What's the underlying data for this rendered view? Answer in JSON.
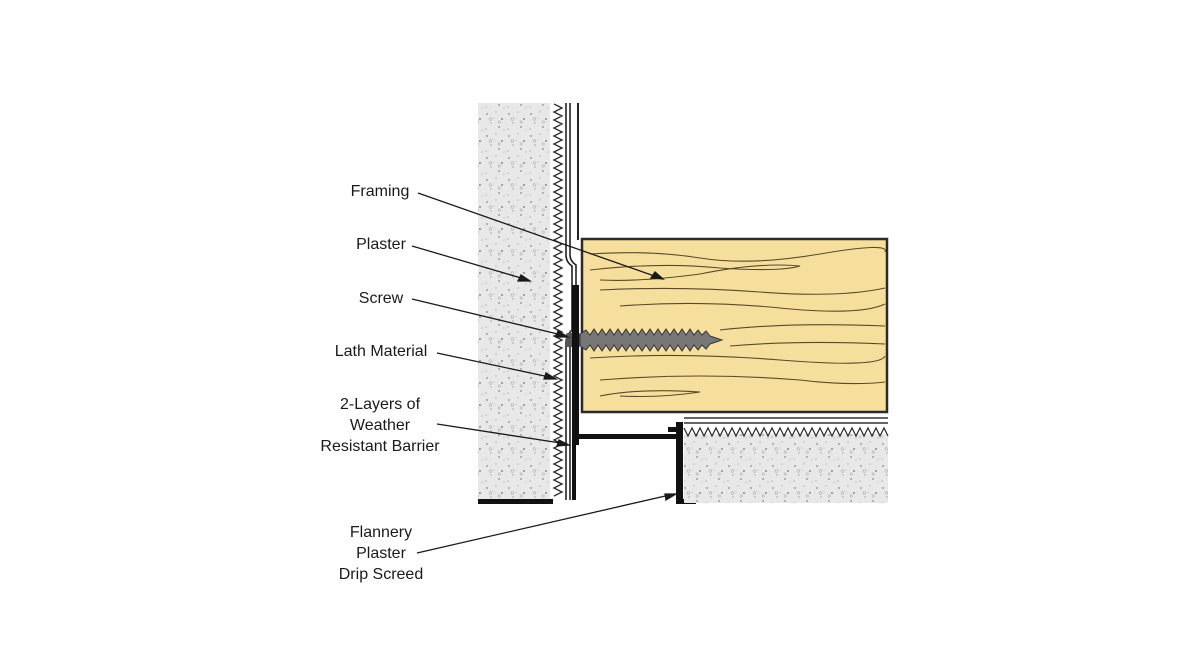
{
  "labels": {
    "framing": "Framing",
    "plaster": "Plaster",
    "screw": "Screw",
    "lath": "Lath Material",
    "wrb_line1": "2-Layers of",
    "wrb_line2": "Weather",
    "wrb_line3": "Resistant Barrier",
    "screed_line1": "Flannery",
    "screed_line2": "Plaster",
    "screed_line3": "Drip Screed"
  },
  "colors": {
    "plaster": "#e6e6e6",
    "wood": "#f6df9c",
    "outline": "#2b2b2b",
    "screw": "#6b6b6b"
  }
}
